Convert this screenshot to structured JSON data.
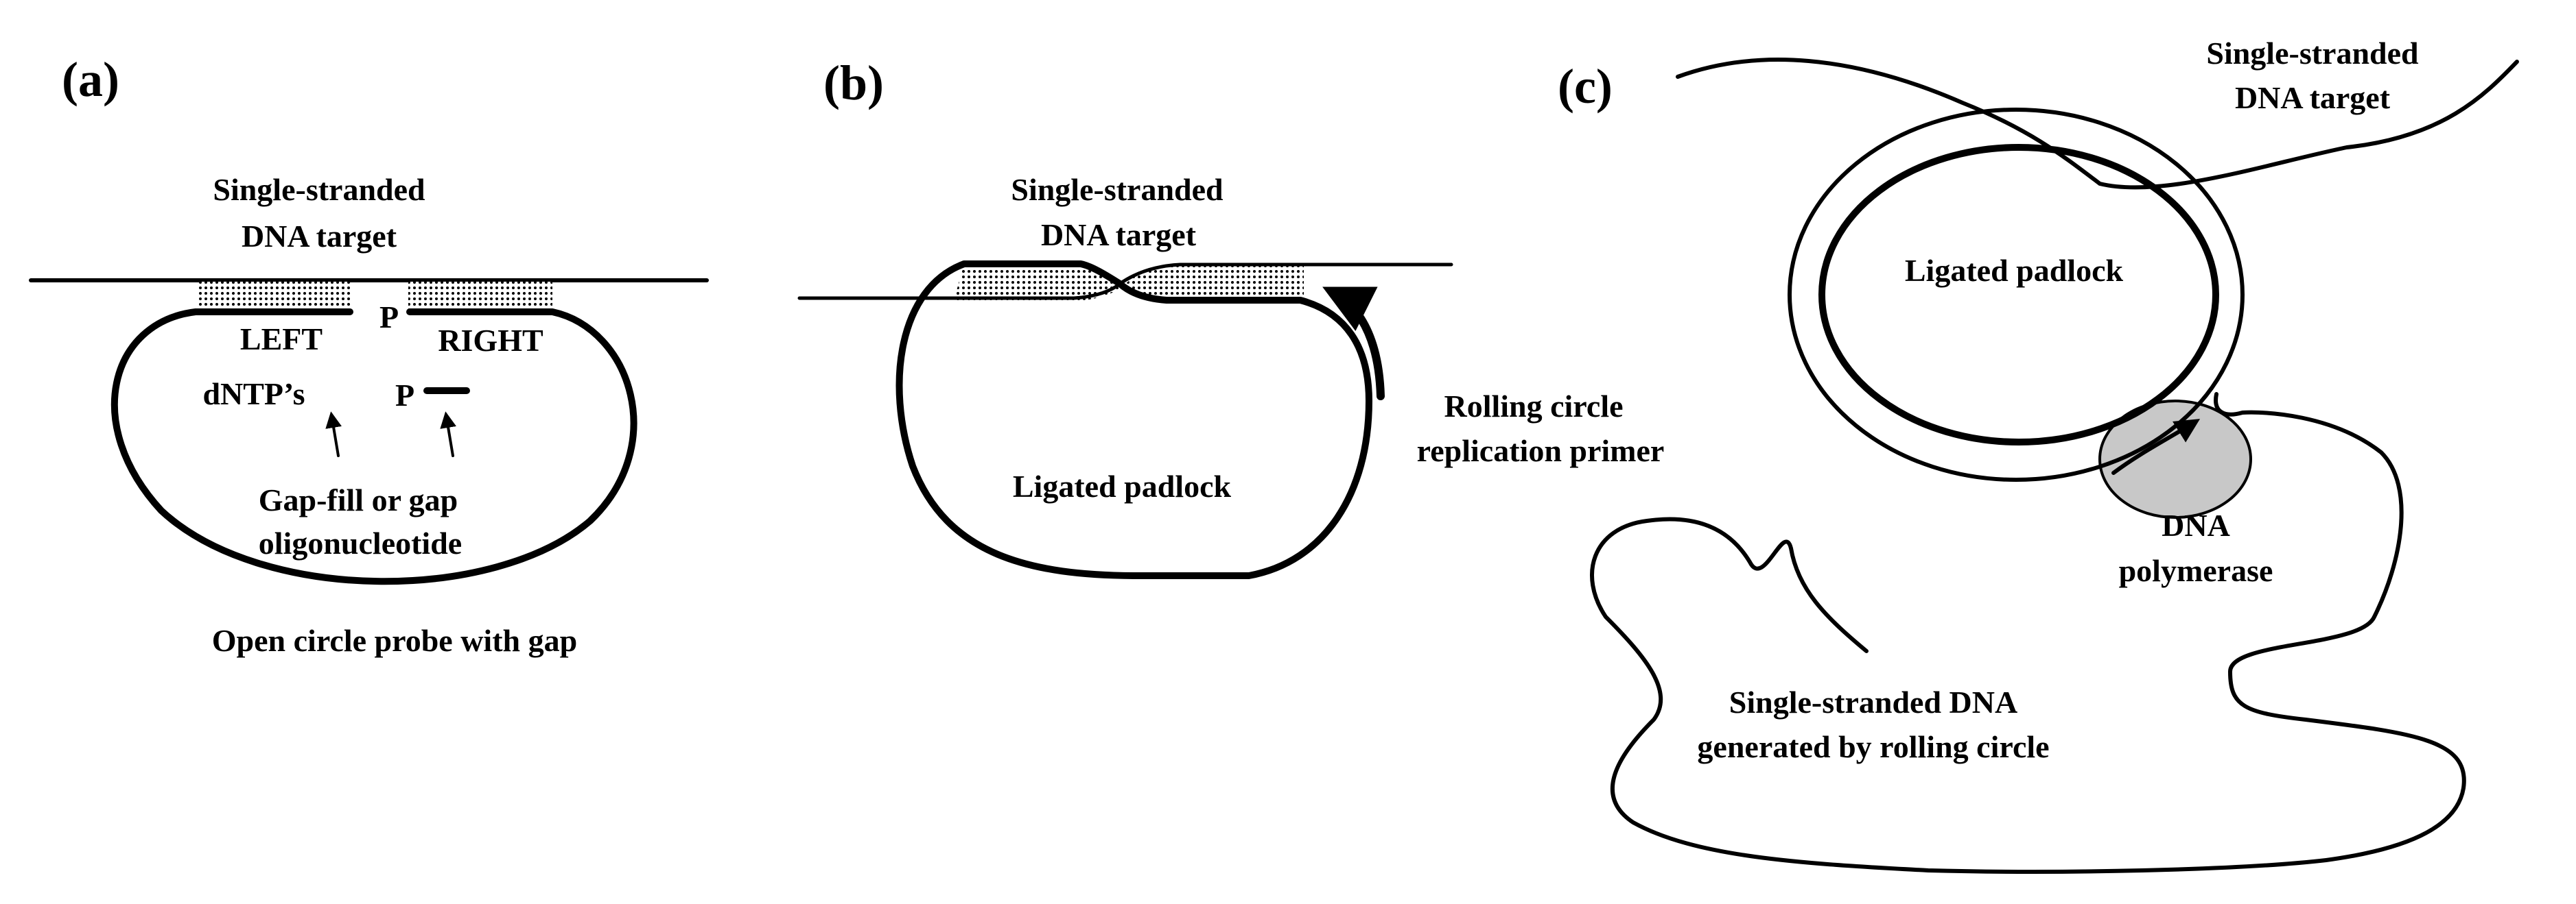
{
  "panel_a": {
    "label": "(a)",
    "target_line1": "Single-stranded",
    "target_line2": "DNA target",
    "left": "LEFT",
    "right": "RIGHT",
    "p1": "P",
    "p2": "P",
    "dntps": "dNTP’s",
    "gap_line1": "Gap-fill or gap",
    "gap_line2": "oligonucleotide",
    "caption": "Open circle probe with gap"
  },
  "panel_b": {
    "label": "(b)",
    "target_line1": "Single-stranded",
    "target_line2": "DNA target",
    "padlock": "Ligated padlock",
    "primer_line1": "Rolling circle",
    "primer_line2": "replication primer"
  },
  "panel_c": {
    "label": "(c)",
    "target_line1": "Single-stranded",
    "target_line2": "DNA target",
    "padlock": "Ligated padlock",
    "polymerase_line1": "DNA",
    "polymerase_line2": "polymerase",
    "product_line1": "Single-stranded DNA",
    "product_line2": "generated by rolling circle"
  }
}
